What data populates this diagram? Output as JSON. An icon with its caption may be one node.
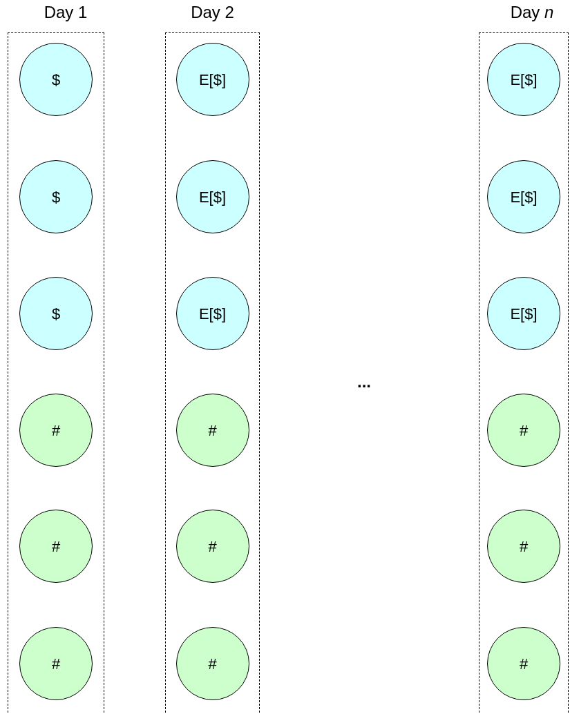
{
  "diagram": {
    "nodes": [
      {
        "text": [
          "Day 1"
        ]
      },
      {
        "text": [
          "$"
        ],
        "in": 0
      },
      {
        "text": [
          "$"
        ],
        "in": 0
      },
      {
        "text": [
          "$"
        ],
        "in": 0
      },
      {
        "text": [
          "#"
        ],
        "in": 0
      },
      {
        "text": [
          "#"
        ],
        "in": 0
      },
      {
        "text": [
          "#"
        ],
        "in": 0
      },
      {
        "text": [
          "Day 2"
        ]
      },
      {
        "text": [
          "E[$]"
        ],
        "in": 7
      },
      {
        "text": [
          "E[$]"
        ],
        "in": 7
      },
      {
        "text": [
          "E[$]"
        ],
        "in": 7
      },
      {
        "text": [
          "#"
        ],
        "in": 7
      },
      {
        "text": [
          "#"
        ],
        "in": 7
      },
      {
        "text": [
          "#"
        ],
        "in": 7
      },
      {
        "text": [
          "Day *n*"
        ]
      },
      {
        "text": [
          "E[$]"
        ],
        "in": 14
      },
      {
        "text": [
          "E[$]"
        ],
        "in": 14
      },
      {
        "text": [
          "E[$]"
        ],
        "in": 14
      },
      {
        "text": [
          "#"
        ],
        "in": 14
      },
      {
        "text": [
          "#"
        ],
        "in": 14
      },
      {
        "text": [
          "#"
        ],
        "in": 14
      }
    ],
    "labels": [
      "..."
    ]
  }
}
